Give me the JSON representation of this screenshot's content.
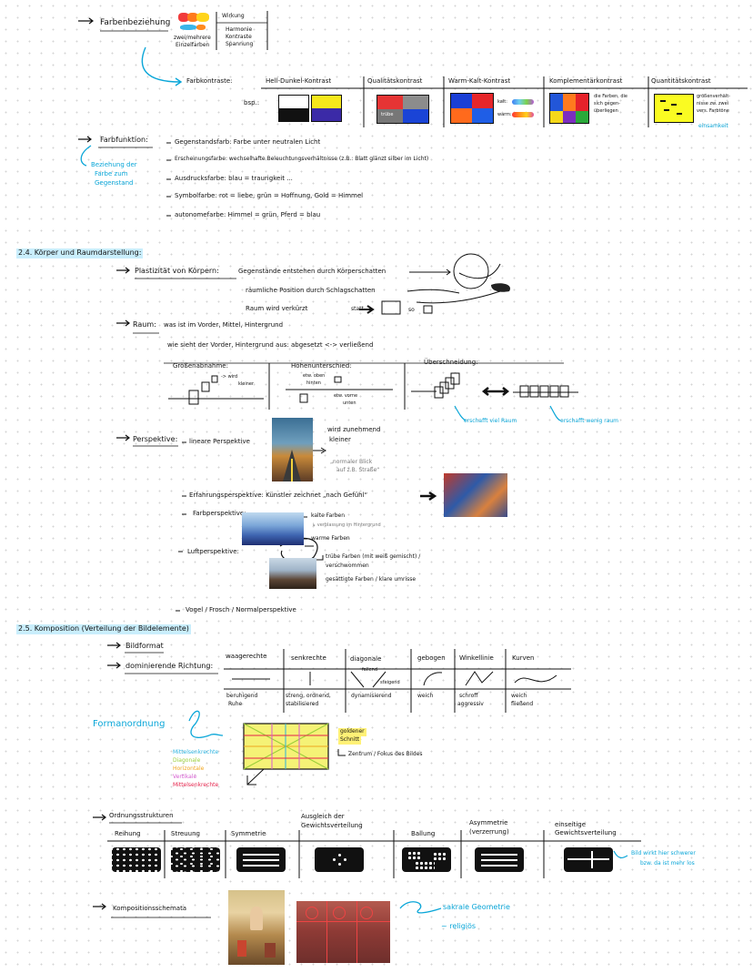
{
  "top": {
    "farbenbeziehung": "Farbenbeziehung",
    "zwei_mehrere": "zwei/mehrere",
    "einzelfarben": "Einzelfarben",
    "wirkung": "Wirkung",
    "harmonie": "Harmonie",
    "kontraste": "Kontraste",
    "spannung": "Spannung"
  },
  "farbkontraste": {
    "label": "Farbkontraste:",
    "bsp": "bsp.:",
    "headers": [
      "Hell-Dunkel-Kontrast",
      "Qualitätskontrast",
      "Warm-Kalt-Kontrast",
      "Komplementärkontrast",
      "Quantitätskontrast"
    ],
    "trube": "trübe",
    "kalt": "kalt:",
    "warm": "warm:",
    "komp_note": [
      "die Farben, die",
      "sich gegen-",
      "überliegen"
    ],
    "quant_note": [
      "größenverhält-",
      "nisse zw. zwei",
      "vers. Farbtöne"
    ],
    "einsamkeit": "einsamkeit"
  },
  "farbfunktion": {
    "label": "Farbfunktion:",
    "note": [
      "Beziehung der",
      "Farbe zum",
      "Gegenstand"
    ],
    "items": [
      "Gegenstandsfarb: Farbe unter neutralen Licht",
      "Erscheinungsfarbe: wechselhafte Beleuchtungsverhältnisse (z.B.: Blatt glänzt silber im Licht)",
      "Ausdrucksfarbe: blau = traurigkeit ...",
      "Symbolfarbe: rot = liebe, grün = Hoffnung, Gold = Himmel",
      "autonomefarbe: Himmel = grün, Pferd = blau"
    ]
  },
  "s24": {
    "heading": "2.4. Körper und Raumdarstellung:",
    "plast_label": "Plastizität von Körpern:",
    "plast_items": [
      "Gegenstände entstehen durch Körperschatten",
      "räumliche Position durch Schlagschatten",
      "Raum wird verkürzt"
    ],
    "statt": "statt",
    "so": "so",
    "raum_label": "Raum:",
    "raum_1": "was ist im Vorder, Mittel, Hintergrund",
    "raum_2": "wie sieht der Vorder, Hintergrund aus: abgesetzt <-> verließend",
    "groessen": "Größenabnahme:",
    "wird_kleiner": [
      "-> wird",
      "kleiner"
    ],
    "hoehen": "Höhenunterschied:",
    "eher_oben": [
      "etw. oben",
      "hinten"
    ],
    "eher_unten": [
      "etw. vorne",
      "unten"
    ],
    "ueberschneidung": "Überschneidung:",
    "viel_raum": "erschafft viel Raum",
    "wenig_raum": "erschafft wenig raum"
  },
  "perspektive": {
    "label": "Perspektive:",
    "linear": "lineare Perspektive",
    "wird_zunehmend": [
      "wird zunehmend",
      "kleiner"
    ],
    "normaler": [
      "„normaler Blick",
      "auf z.B. Straße“"
    ],
    "erfahrung": "Erfahrungsperspektive: Künstler zeichnet „nach Gefühl“",
    "farb": "Farbperspektive:",
    "kalte": "kalte Farben",
    "verblassung": "↳ verblassung im Hintergrund",
    "warme": "warme Farben",
    "luft": "Luftperspektive:",
    "truebe": [
      "trübe Farben (mit weiß gemischt) /",
      "verschwommen"
    ],
    "gesaettigt": "gesättigte Farben / klare umrisse",
    "vogel": "Vogel / Frosch / Normalperspektive"
  },
  "s25": {
    "heading": "2.5. Komposition (Verteilung der Bildelemente)",
    "bildformat": "Bildformat",
    "dominierend": "dominierende Richtung:",
    "richtungen": [
      "waagerechte",
      "senkrechte",
      "diagonale",
      "gebogen",
      "Winkellinie",
      "Kurven"
    ],
    "fallend": "fallend",
    "steigend": "steigend",
    "wirkungen": [
      [
        "beruhigend",
        "Ruhe"
      ],
      [
        "streng, ordnend,",
        "stabilisiered"
      ],
      [
        "dynamisierend"
      ],
      [
        "weich"
      ],
      [
        "schroff",
        "aggressiv"
      ],
      [
        "weich",
        "fließend"
      ]
    ],
    "formanordnung": "Formanordnung",
    "legend": [
      {
        "text": "Mittelsenkrechte",
        "color": "#2bb3e0"
      },
      {
        "text": "Diagonale",
        "color": "#9bcf3a"
      },
      {
        "text": "Horizontale",
        "color": "#f0a51e"
      },
      {
        "text": "Vertikale",
        "color": "#d65bd0"
      },
      {
        "text": "Mittelsenkrechte",
        "color": "#e5214a"
      }
    ],
    "goldener": [
      "goldener",
      "Schnitt"
    ],
    "zentrum": "Zentrum / Fokus des Bildes"
  },
  "ordnung": {
    "label": "Ordnungsstrukturen",
    "headers": [
      "Reihung",
      "Streuung",
      "Symmetrie",
      "Ausgleich der Gewichtsverteilung",
      "Ballung",
      "Asymmetrie (verzerrung)",
      "einseitige Gewichtsverteilung"
    ],
    "note": [
      "Bild wirkt hier schwerer",
      "bzw. da ist mehr los"
    ]
  },
  "schemata": {
    "label": "Kompositionsschemata",
    "sakral": "sakrale Geometrie",
    "religioes": "~ religiös"
  },
  "colors": {
    "accent": "#0aa6d8",
    "highlight": "#c9eefc",
    "yellow": "#fff176"
  }
}
